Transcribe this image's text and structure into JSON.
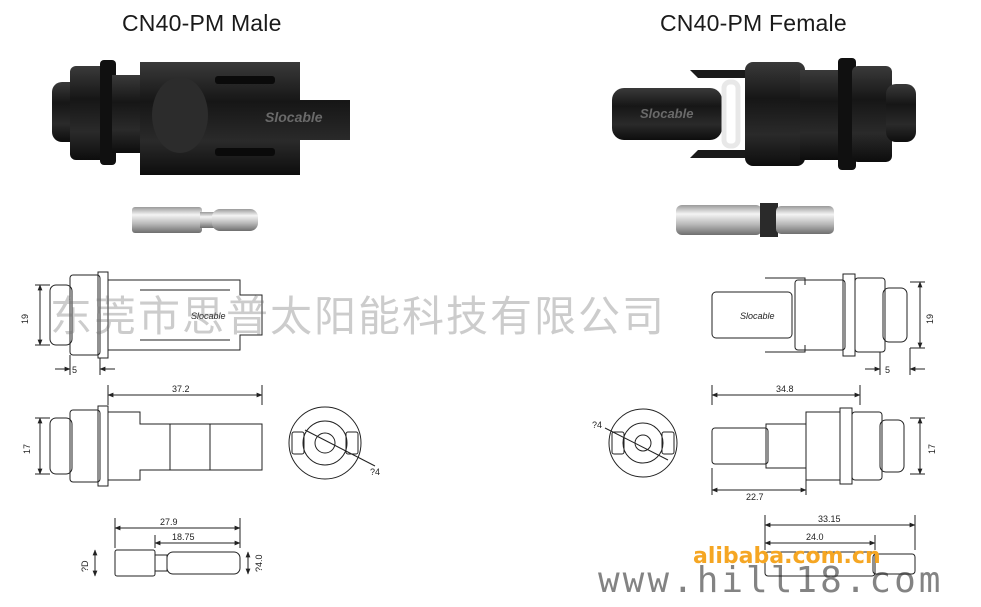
{
  "titles": {
    "male": "CN40-PM  Male",
    "female": "CN40-PM  Female"
  },
  "brand_label": "Slocable",
  "dimensions": {
    "male": {
      "height_side": "19",
      "nut_width": "5",
      "length_body": "37.2",
      "height_top": "17",
      "pin_dia": "?4",
      "contact_length": "27.9",
      "contact_inner": "18.75",
      "contact_dia_left": "?D",
      "contact_dia_right": "?4.0"
    },
    "female": {
      "height_side": "19",
      "nut_width": "5",
      "length_body": "34.8",
      "height_top": "17",
      "pin_dia": "?4",
      "length_inner": "22.7",
      "contact_length": "33.15",
      "contact_inner": "24.0"
    }
  },
  "watermarks": {
    "company_cn": "东莞市思普太阳能科技有限公司",
    "site": "alibaba.com.cn",
    "url": "www.hill18.com"
  },
  "colors": {
    "connector_body": "#1c1c1c",
    "line": "#222222",
    "watermark_orange": "#f5a623"
  }
}
